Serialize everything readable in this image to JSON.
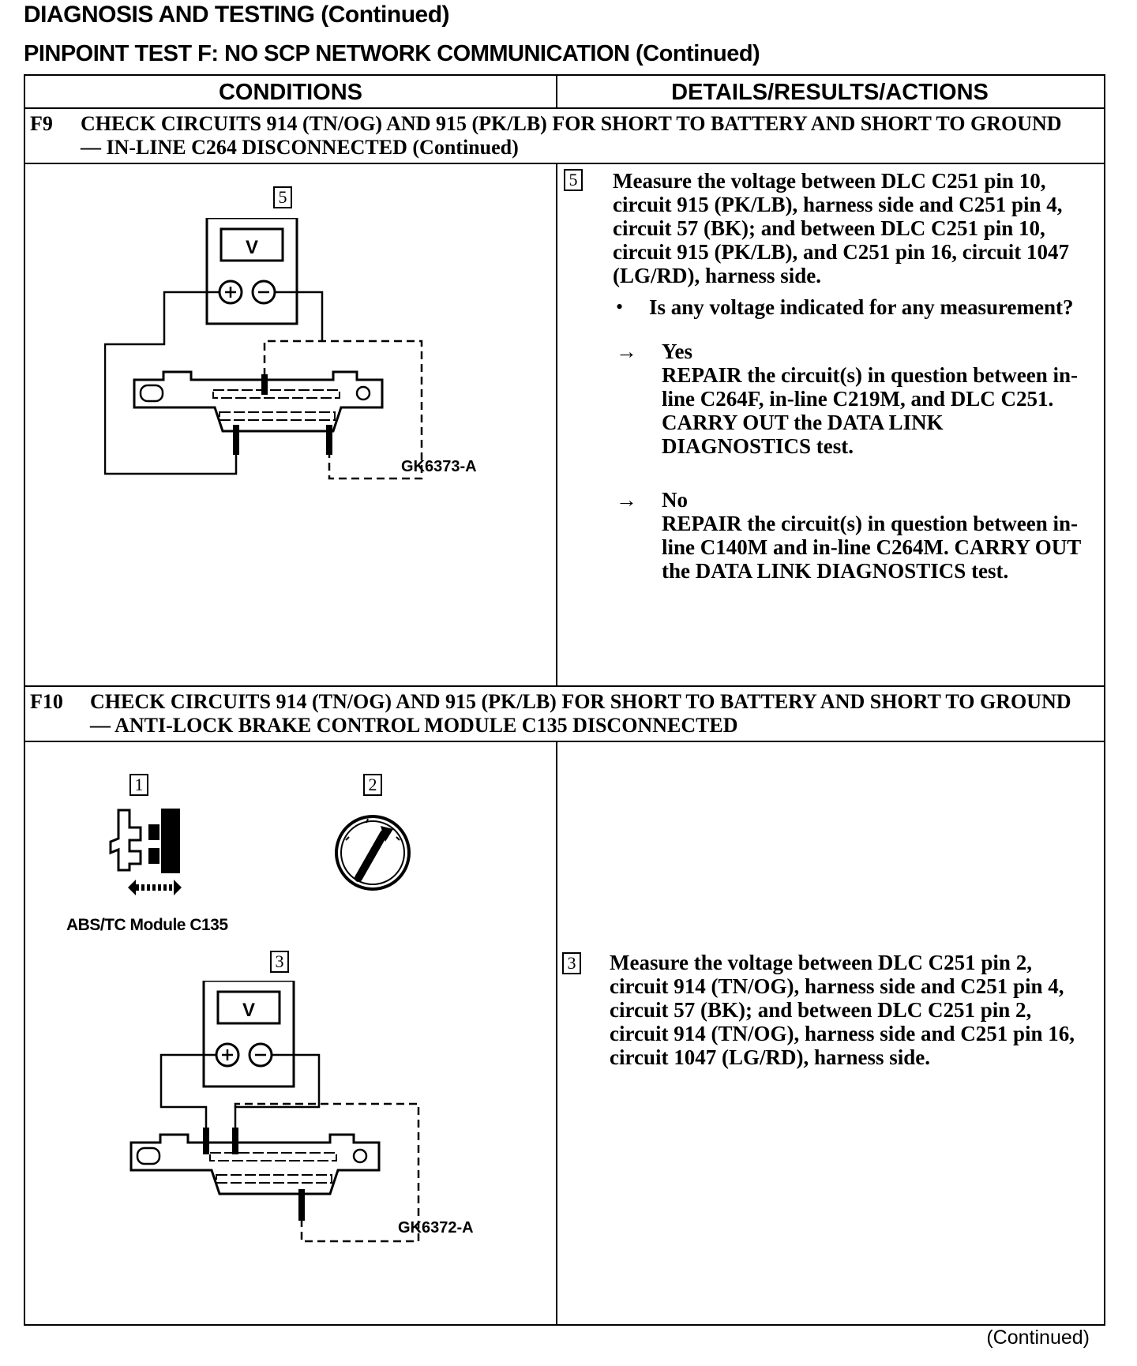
{
  "header": {
    "title": "DIAGNOSIS AND TESTING (Continued)",
    "subtitle": "PINPOINT TEST F: NO SCP NETWORK COMMUNICATION (Continued)"
  },
  "table": {
    "col_conditions": "CONDITIONS",
    "col_details": "DETAILS/RESULTS/ACTIONS"
  },
  "f9": {
    "id": "F9",
    "title": "CHECK CIRCUITS 914 (TN/OG) AND 915 (PK/LB) FOR SHORT TO BATTERY AND SHORT TO GROUND — IN-LINE C264 DISCONNECTED (Continued)",
    "step_num": "5",
    "meter_label": "V",
    "figure_code": "GK6373-A",
    "step_text": "Measure the voltage between DLC C251 pin 10, circuit 915 (PK/LB), harness side and C251 pin 4, circuit 57 (BK); and between DLC C251 pin 10, circuit 915 (PK/LB), and C251 pin 16, circuit 1047 (LG/RD), harness side.",
    "question": "Is any voltage indicated for any measurement?",
    "yes_label": "Yes",
    "yes_text": "REPAIR the circuit(s) in question between in-line C264F, in-line C219M, and DLC C251. CARRY OUT the DATA LINK DIAGNOSTICS test.",
    "no_label": "No",
    "no_text": "REPAIR the circuit(s) in question between in-line C140M and in-line C264M. CARRY OUT the DATA LINK DIAGNOSTICS test."
  },
  "f10": {
    "id": "F10",
    "title": "CHECK CIRCUITS 914 (TN/OG) AND 915 (PK/LB) FOR SHORT TO BATTERY AND SHORT TO GROUND — ANTI-LOCK BRAKE CONTROL MODULE C135 DISCONNECTED",
    "step1_num": "1",
    "step1_caption": "ABS/TC Module C135",
    "step2_num": "2",
    "step3_num": "3",
    "meter_label": "V",
    "figure_code": "GK6372-A",
    "step3_text": "Measure the voltage between DLC C251 pin 2, circuit 914 (TN/OG), harness side and C251 pin 4, circuit 57 (BK); and between DLC C251 pin 2, circuit 914 (TN/OG), harness side and C251 pin 16, circuit 1047 (LG/RD), harness side."
  },
  "footer": {
    "continued": "(Continued)"
  },
  "icons": {
    "bullet": "•",
    "arrow": "→"
  }
}
